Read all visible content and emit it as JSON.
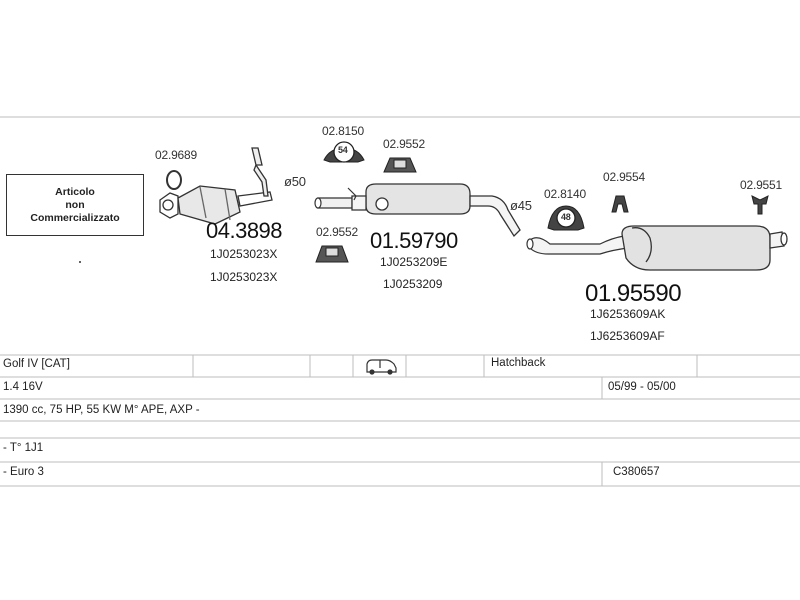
{
  "not_sold_box": {
    "line1": "Articolo",
    "line2": "non",
    "line3": "Commercializzato"
  },
  "parts": {
    "seal": "02.9689",
    "catalyst": {
      "code": "04.3898",
      "oem1": "1J0253023X",
      "oem2": "1J0253023X"
    },
    "pipe_diameter_1": "ø50",
    "clamp_top": "02.8150",
    "clamp_top_size": "54",
    "hanger_top": "02.9552",
    "hanger_bottom": "02.9552",
    "middle_silencer": {
      "code": "01.59790",
      "oem1": "1J0253209E",
      "oem2": "1J0253209"
    },
    "pipe_diameter_2": "ø45",
    "clamp_rear": "02.8140",
    "clamp_rear_size": "48",
    "rubber_mount_1": "02.9554",
    "rubber_mount_2": "02.9551",
    "rear_silencer": {
      "code": "01.95590",
      "oem1": "1J6253609AK",
      "oem2": "1J6253609AF"
    }
  },
  "vehicle": {
    "model": "Golf IV  [CAT]",
    "body_icon": "car-icon",
    "body_type": "Hatchback",
    "engine": "1.4 16V",
    "years": "05/99 - 05/00",
    "specs": "1390 cc, 75 HP, 55 KW M° APE, AXP -",
    "type_code": "- T° 1J1",
    "emission": "- Euro 3",
    "ref_code": "C380657"
  }
}
